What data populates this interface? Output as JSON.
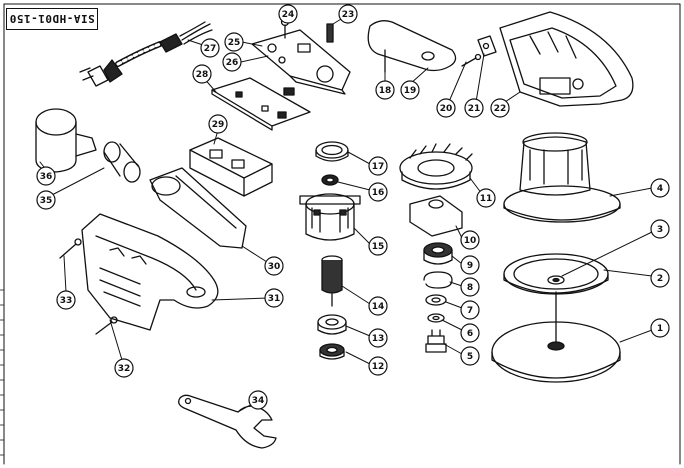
{
  "drawing": {
    "model_code": "SIA-HD01-150",
    "callouts": [
      "1",
      "2",
      "3",
      "4",
      "5",
      "6",
      "7",
      "8",
      "9",
      "10",
      "11",
      "12",
      "13",
      "14",
      "15",
      "16",
      "17",
      "18",
      "19",
      "20",
      "21",
      "22",
      "23",
      "24",
      "25",
      "26",
      "27",
      "28",
      "29",
      "30",
      "31",
      "32",
      "33",
      "34",
      "35",
      "36"
    ],
    "colors": {
      "line": "#111111",
      "background": "#ffffff"
    }
  }
}
